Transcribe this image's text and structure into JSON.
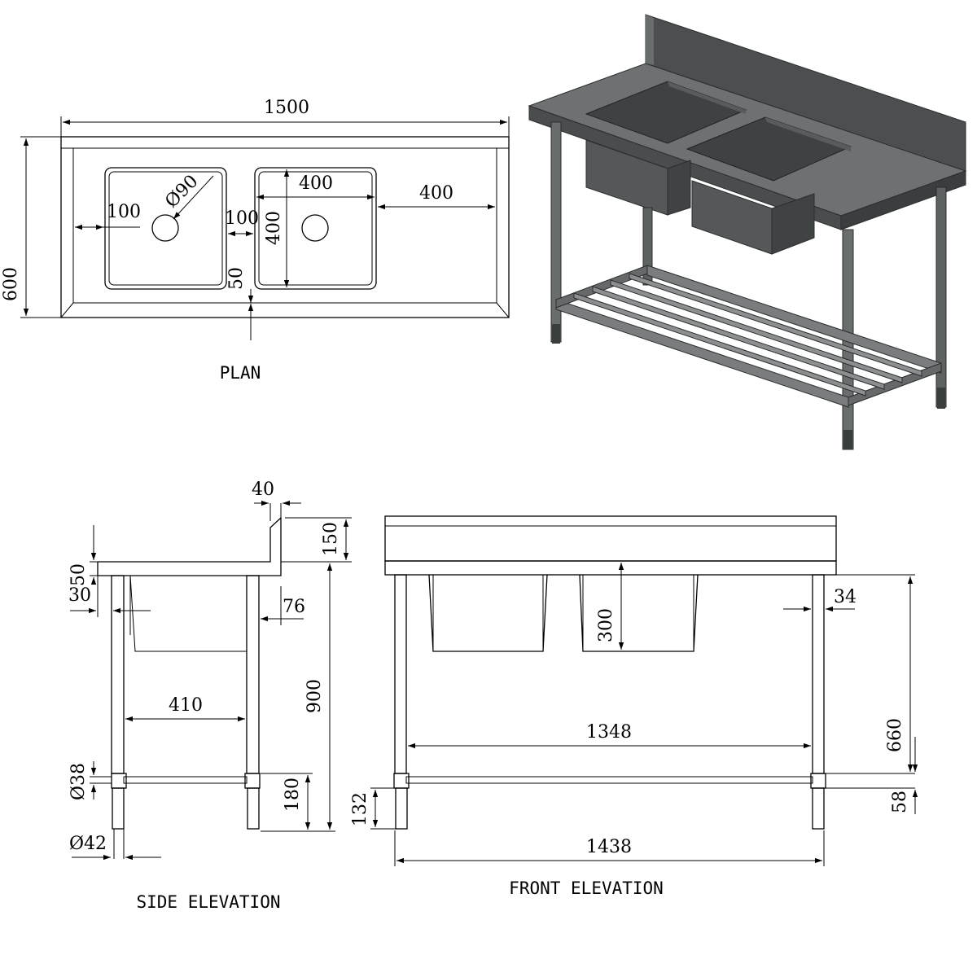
{
  "titles": {
    "plan": "PLAN",
    "side": "SIDE ELEVATION",
    "front": "FRONT ELEVATION"
  },
  "plan": {
    "overall_length": "1500",
    "overall_depth": "600",
    "bowl_width": "400",
    "bowl_depth": "400",
    "right_drainboard": "400",
    "left_margin": "100",
    "bowl_gap": "100",
    "front_margin": "50",
    "waste_diameter": "Ø90"
  },
  "side": {
    "splash_thickness": "40",
    "splash_height": "150",
    "top_thickness": "50",
    "leg_offset": "30",
    "rear_offset": "76",
    "leg_span": "410",
    "height": "900",
    "rail_height": "180",
    "rail_tube": "Ø38",
    "leg_tube": "Ø42"
  },
  "front": {
    "bowl_depth": "300",
    "leg_offset": "34",
    "leg_to_floor": "660",
    "rail_offset": "58",
    "inner_span": "1348",
    "foot_height": "132",
    "outer_span": "1438"
  },
  "colors": {
    "line": "#000000",
    "render_steel": "#6e7172",
    "render_dark": "#3f4243",
    "render_light": "#8c8f90"
  }
}
